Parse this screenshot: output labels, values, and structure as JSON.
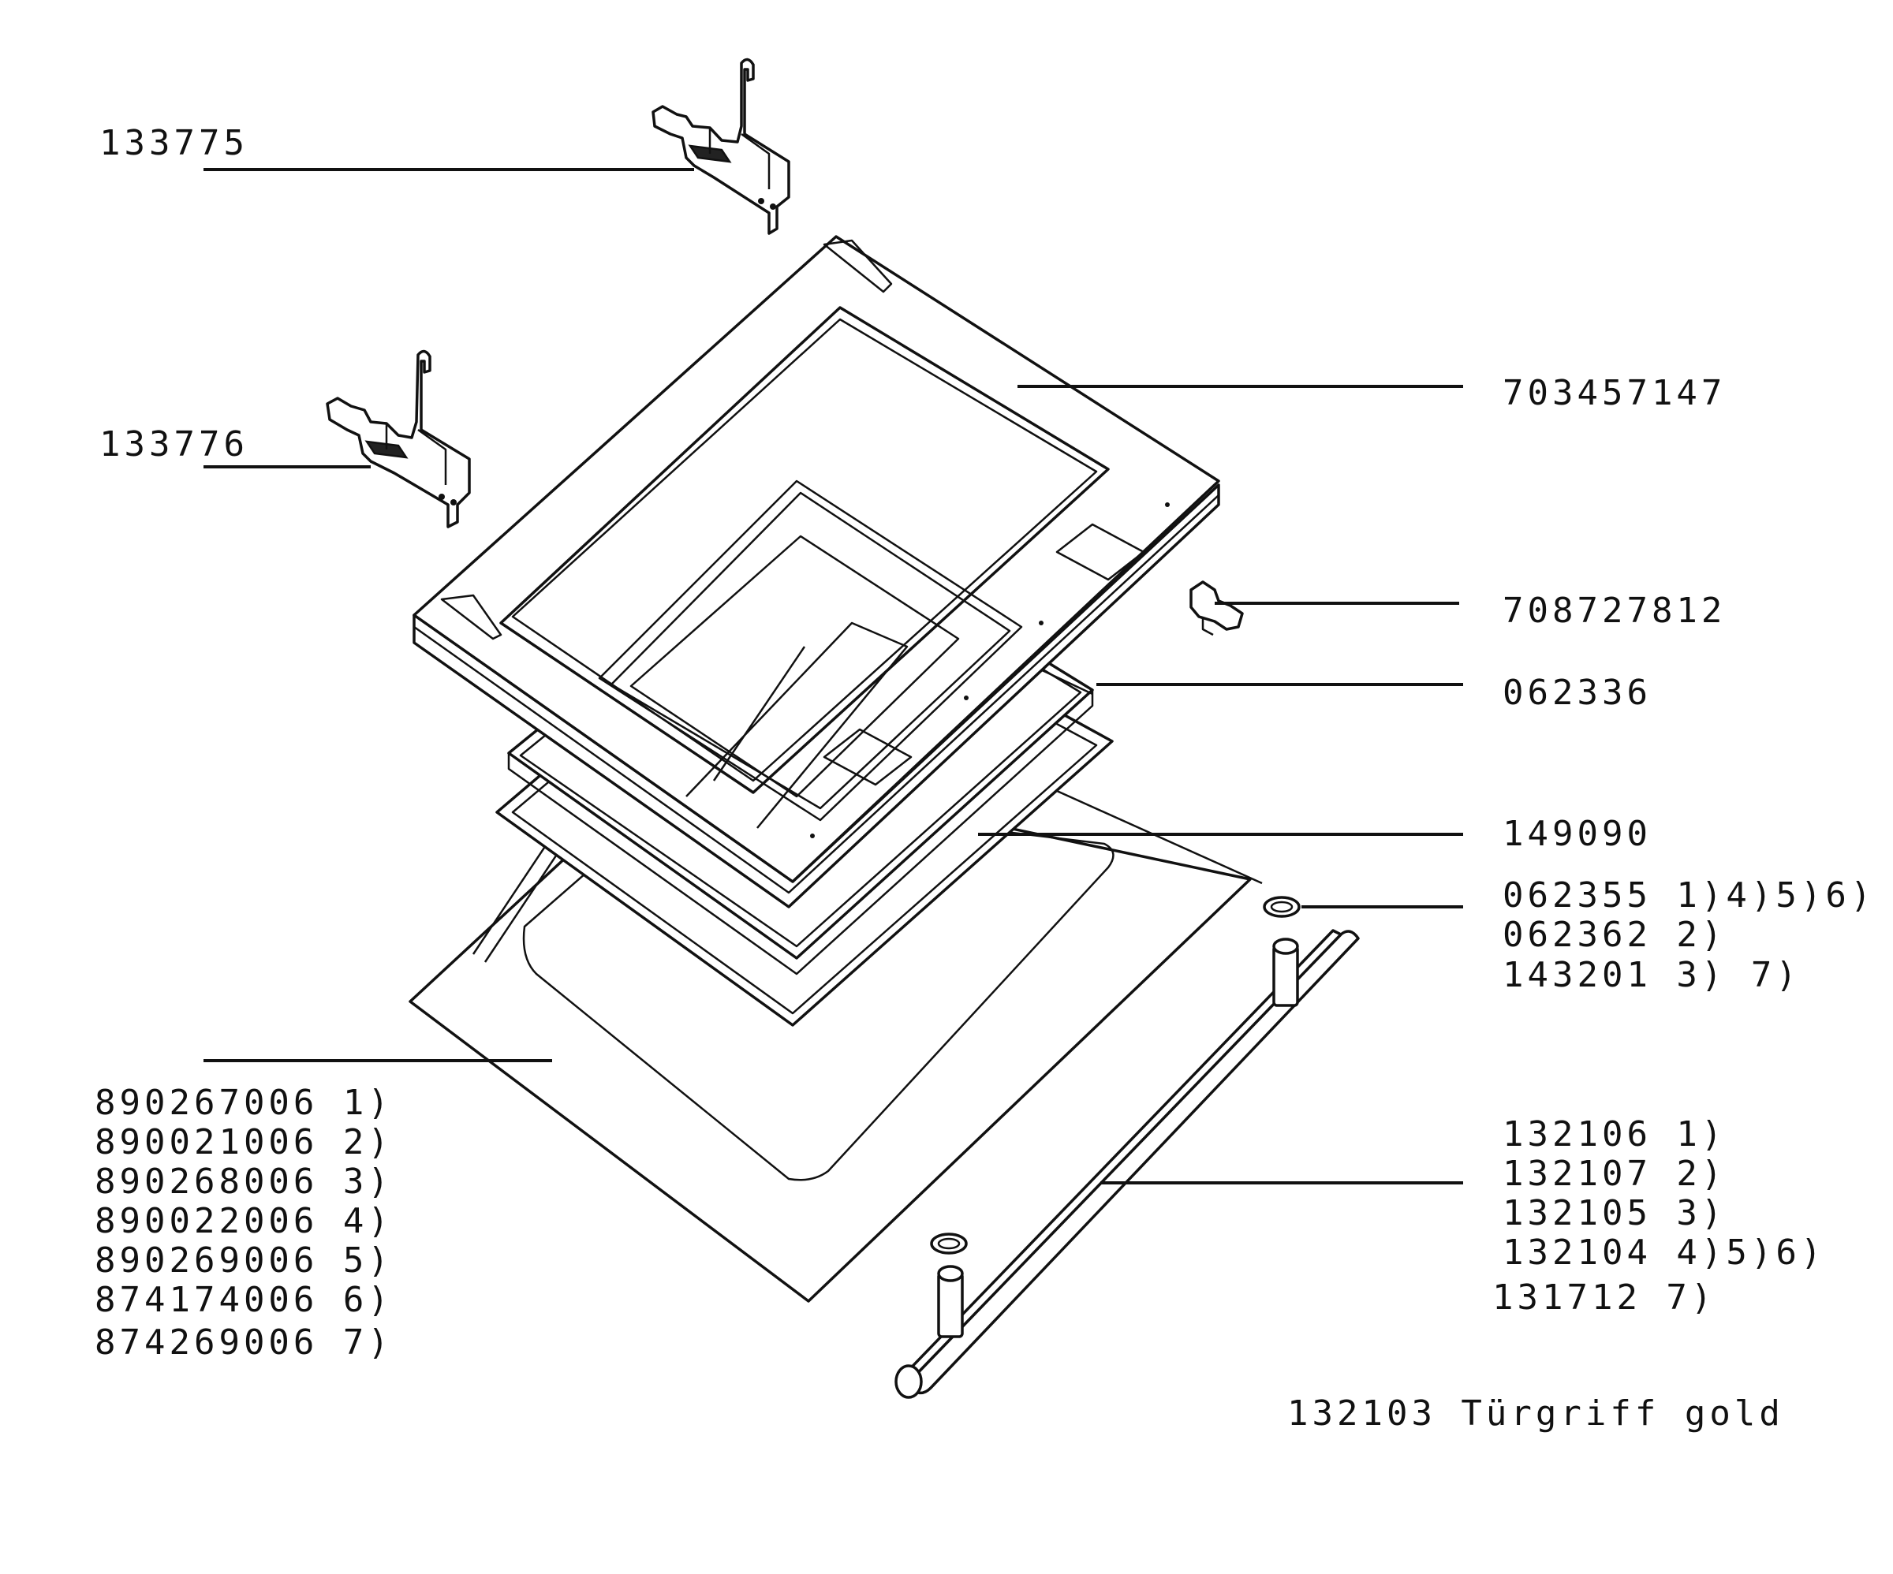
{
  "labels": {
    "hinge_upper": "133775",
    "hinge_lower": "133776",
    "inner_door_frame": "703457147",
    "clip": "708727812",
    "seal": "062336",
    "inner_glass_frame": "149090",
    "washer": [
      "062355 1)4)5)6)",
      "062362 2)",
      "143201 3) 7)"
    ],
    "outer_glass": [
      "890267006 1)",
      "890021006 2)",
      "890268006 3)",
      "890022006 4)",
      "890269006 5)",
      "874174006 6)",
      "874269006 7)"
    ],
    "handle": [
      "132106 1)",
      "132107 2)",
      "132105 3)",
      "132104 4)5)6)",
      "131712  7)"
    ],
    "handle_note": "132103 Türgriff gold"
  }
}
